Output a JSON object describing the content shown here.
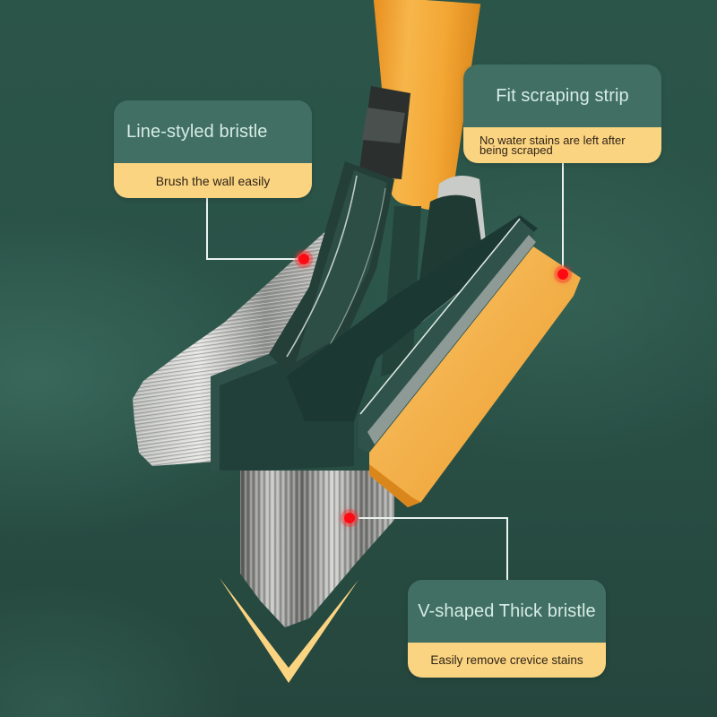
{
  "colors": {
    "background": "#2a5247",
    "callout_header": "#416f63",
    "callout_header_text": "#d6ece4",
    "callout_body": "#fbd482",
    "callout_body_text": "#2f2416",
    "accent_orange": "#f2a93b",
    "brush_body": "#1f3d35",
    "marker_red": "#ff0a12",
    "chevron": "#fbd482",
    "connector": "#e9f2ee"
  },
  "callouts": [
    {
      "id": "line-styled-bristle",
      "title": "Line-styled bristle",
      "subtitle": "Brush the wall easily"
    },
    {
      "id": "fit-scraping-strip",
      "title": "Fit scraping strip",
      "subtitle": "No water stains are left after being scraped"
    },
    {
      "id": "v-shaped-thick-bristle",
      "title": "V-shaped Thick bristle",
      "subtitle": "Easily remove crevice stains"
    }
  ],
  "illustration": {
    "subject": "brush-with-squeegee",
    "parts": [
      "orange-handle",
      "dark-green-brush-head",
      "side-bristles",
      "bottom-v-bristles",
      "orange-scraping-strip"
    ],
    "decoration": "chevron-down-icon"
  }
}
